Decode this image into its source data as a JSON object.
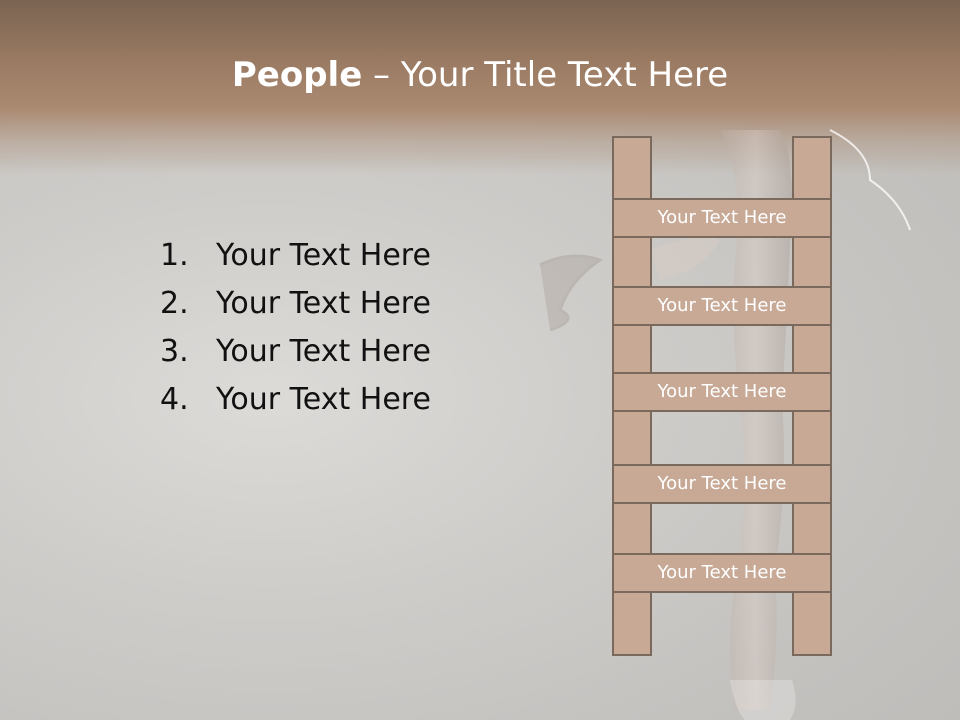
{
  "slide": {
    "title_bold": "People",
    "title_rest": " – Your Title Text Here"
  },
  "list": [
    {
      "number": "1.",
      "text": "Your Text Here"
    },
    {
      "number": "2.",
      "text": "Your Text Here"
    },
    {
      "number": "3.",
      "text": "Your Text Here"
    },
    {
      "number": "4.",
      "text": "Your Text Here"
    }
  ],
  "ladder": {
    "rungs": [
      {
        "label": "Your Text Here"
      },
      {
        "label": "Your Text Here"
      },
      {
        "label": "Your Text Here"
      },
      {
        "label": "Your Text Here"
      },
      {
        "label": "Your Text Here"
      }
    ]
  },
  "colors": {
    "header": "#a88570",
    "ladder_fill": "#c7a996",
    "ladder_border": "#7a6a5d",
    "text_dark": "#111111",
    "text_light": "#ffffff"
  }
}
